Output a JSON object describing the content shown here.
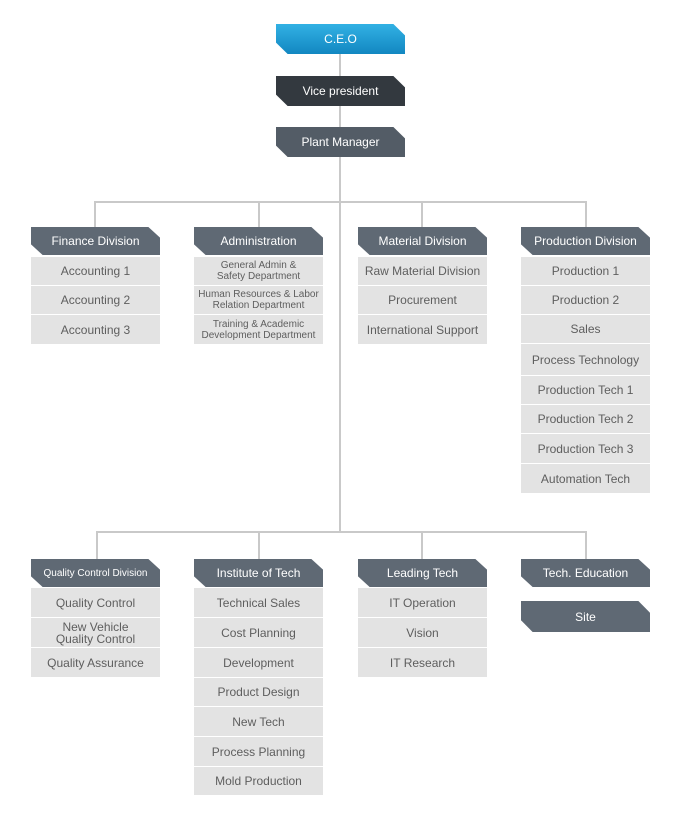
{
  "top": {
    "ceo": "C.E.O",
    "vp": "Vice president",
    "pm": "Plant Manager"
  },
  "row1": {
    "finance": {
      "title": "Finance Division",
      "items": [
        "Accounting 1",
        "Accounting 2",
        "Accounting 3"
      ]
    },
    "admin": {
      "title": "Administration",
      "items": [
        "General Admin & Safety Department",
        "Human Resources & Labor Relation Department",
        "Training & Academic Development Department"
      ]
    },
    "material": {
      "title": "Material Division",
      "items": [
        "Raw Material Division",
        "Procurement",
        "International Support"
      ]
    },
    "production": {
      "title": "Production Division",
      "items": [
        "Production 1",
        "Production 2",
        "Sales",
        "Process Technology",
        "Production Tech 1",
        "Production Tech 2",
        "Production Tech 3",
        "Automation Tech"
      ]
    }
  },
  "row2": {
    "quality": {
      "title": "Quality Control Division",
      "items": [
        "Quality Control",
        "New Vehicle Quality Control",
        "Quality Assurance"
      ]
    },
    "institute": {
      "title": "Institute of Tech",
      "items": [
        "Technical Sales",
        "Cost Planning",
        "Development",
        "Product Design",
        "New Tech",
        "Process Planning",
        "Mold Production"
      ]
    },
    "leading": {
      "title": "Leading Tech",
      "items": [
        "IT Operation",
        "Vision",
        "IT Research"
      ]
    },
    "techedu": {
      "title": "Tech. Education"
    },
    "site": {
      "title": "Site"
    }
  }
}
